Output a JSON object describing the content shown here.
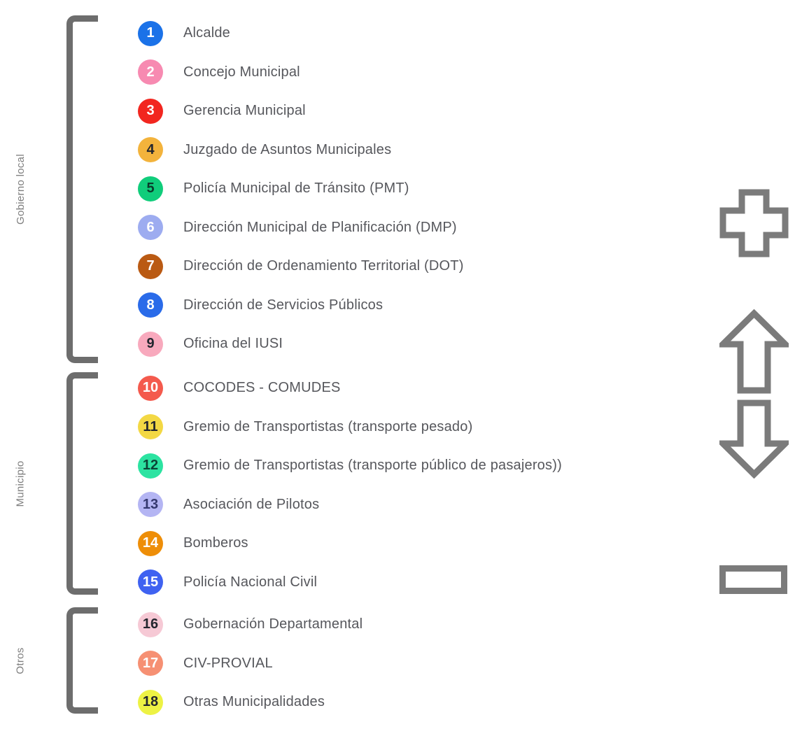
{
  "colors": {
    "background": "#ffffff",
    "bracket": "#6d6d6d",
    "icon": "#7b7b7b",
    "item_label_text": "#56575c",
    "group_label_text": "#7e7e7e"
  },
  "groups": [
    {
      "label": "Gobierno local",
      "items": [
        {
          "number": "1",
          "label": "Alcalde",
          "circle_color": "#1b72e8",
          "number_color": "#ffffff"
        },
        {
          "number": "2",
          "label": "Concejo Municipal",
          "circle_color": "#f78ab1",
          "number_color": "#ffffff"
        },
        {
          "number": "3",
          "label": "Gerencia Municipal",
          "circle_color": "#f2261f",
          "number_color": "#ffffff"
        },
        {
          "number": "4",
          "label": "Juzgado de Asuntos Municipales",
          "circle_color": "#f3b33c",
          "number_color": "#23262e"
        },
        {
          "number": "5",
          "label": "Policía Municipal de Tránsito (PMT)",
          "circle_color": "#10cd7b",
          "number_color": "#0a3a2b"
        },
        {
          "number": "6",
          "label": "Dirección Municipal de Planificación (DMP)",
          "circle_color": "#9dacf0",
          "number_color": "#ffffff"
        },
        {
          "number": "7",
          "label": "Dirección de Ordenamiento Territorial (DOT)",
          "circle_color": "#ba5a13",
          "number_color": "#ffffff"
        },
        {
          "number": "8",
          "label": "Dirección de Servicios Públicos",
          "circle_color": "#2a6be9",
          "number_color": "#ffffff"
        },
        {
          "number": "9",
          "label": "Oficina del IUSI",
          "circle_color": "#f8a9bd",
          "number_color": "#23262e"
        }
      ]
    },
    {
      "label": "Municipio",
      "items": [
        {
          "number": "10",
          "label": "COCODES - COMUDES",
          "circle_color": "#f45a4d",
          "number_color": "#ffffff"
        },
        {
          "number": "11",
          "label": "Gremio de Transportistas (transporte pesado)",
          "circle_color": "#f3d844",
          "number_color": "#23262e"
        },
        {
          "number": "12",
          "label": "Gremio de Transportistas (transporte público de pasajeros))",
          "circle_color": "#2ce3a1",
          "number_color": "#0b4436"
        },
        {
          "number": "13",
          "label": "Asociación de Pilotos",
          "circle_color": "#b4b5f3",
          "number_color": "#34386e"
        },
        {
          "number": "14",
          "label": "Bomberos",
          "circle_color": "#ee8e08",
          "number_color": "#ffffff"
        },
        {
          "number": "15",
          "label": "Policía Nacional Civil",
          "circle_color": "#3f62f1",
          "number_color": "#ffffff"
        }
      ]
    },
    {
      "label": "Otros",
      "items": [
        {
          "number": "16",
          "label": "Gobernación Departamental",
          "circle_color": "#f6c9d5",
          "number_color": "#23262e"
        },
        {
          "number": "17",
          "label": "CIV-PROVIAL",
          "circle_color": "#f69073",
          "number_color": "#ffffff"
        },
        {
          "number": "18",
          "label": "Otras Municipalidades",
          "circle_color": "#edf244",
          "number_color": "#23262e"
        }
      ]
    }
  ],
  "icons": [
    "plus-icon",
    "arrow-up-icon",
    "arrow-down-icon",
    "minus-icon"
  ]
}
